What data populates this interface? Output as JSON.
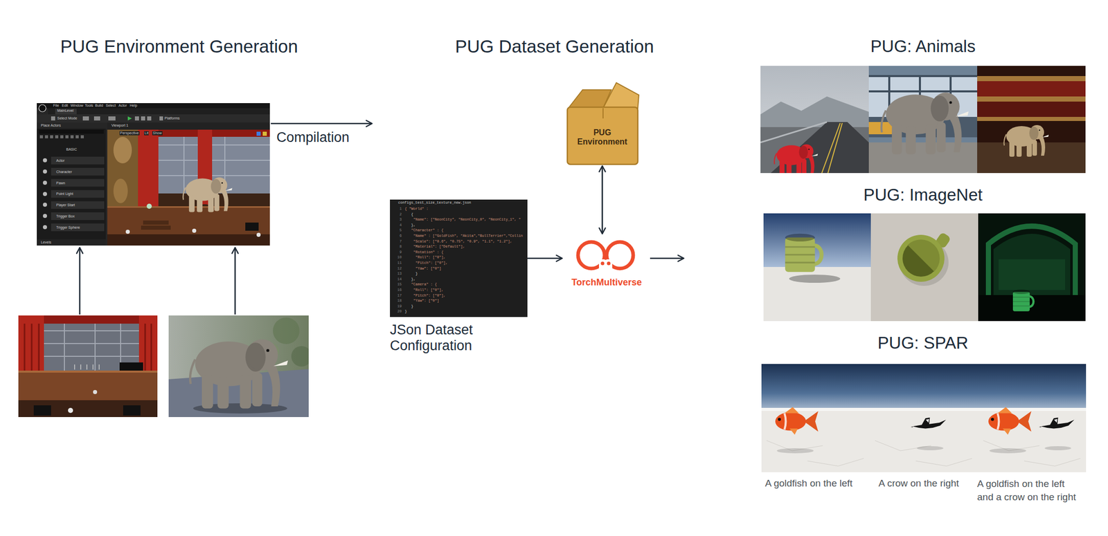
{
  "diagram": {
    "nodes": [
      {
        "text": [
          "PUG Environment"
        ]
      },
      {
        "text": [
          "configs_test_size_texture_new.json",
          "{ \"World\" :",
          "{",
          "\"Name\": [\"NeonCity\", \"NeonCity_0\", \"NeonCity_1\", \"",
          "},",
          "\"Character\" : {",
          "\"Name\" : [\"GoldFish\", \"Akita\",\"BullTerrier\",\"Collin",
          "\"Scale\": [\"0.6\", \"0.75\", \"0.9\", \"1.1\", \"1.2\"],",
          "\"Material\": [\"Default\"],",
          "\"Rotation\" : {",
          "\"Roll\": [\"0\"],",
          "\"Pitch\": [\"0\"],",
          "\"Yaw\": [\"0\"]",
          "}",
          "},",
          "\"Camera\" : {",
          "\"Roll\": [\"0\"],",
          "\"Pitch\": [\"0\"],",
          "\"Yaw\": [\"0\"]",
          "}",
          "}",
          "JSon Dataset Configuration"
        ]
      },
      {
        "text": [
          "TorchMultiverse"
        ]
      }
    ],
    "edges": [
      {
        "from": 0,
        "to": 2,
        "arrow": "both"
      },
      {
        "from": 1,
        "to": 2,
        "arrow": "to"
      }
    ],
    "labels": [
      "PUG Environment Generation",
      "PUG Dataset Generation",
      "PUG: Animals",
      "PUG: ImageNet",
      "PUG: SPAR",
      "Compilation",
      "A goldfish on the left",
      "A crow on the right",
      "A goldfish on the left and a crow on the right",
      "1",
      "2",
      "3",
      "4",
      "5",
      "6",
      "7",
      "8",
      "9",
      "10",
      "11",
      "12",
      "13",
      "14",
      "15",
      "16",
      "17",
      "18",
      "19",
      "20",
      "File",
      "Edit",
      "Window",
      "Tools",
      "Build",
      "Select",
      "Actor",
      "Help",
      "MainLevel",
      "Select Mode",
      "Platforms",
      "Place Actors",
      "Viewport 1",
      "Perspective",
      "Lit",
      "Show",
      "BASIC",
      "Actor",
      "Character",
      "Pawn",
      "Point Light",
      "Player Start",
      "Trigger Box",
      "Trigger Sphere",
      "Levels"
    ]
  }
}
